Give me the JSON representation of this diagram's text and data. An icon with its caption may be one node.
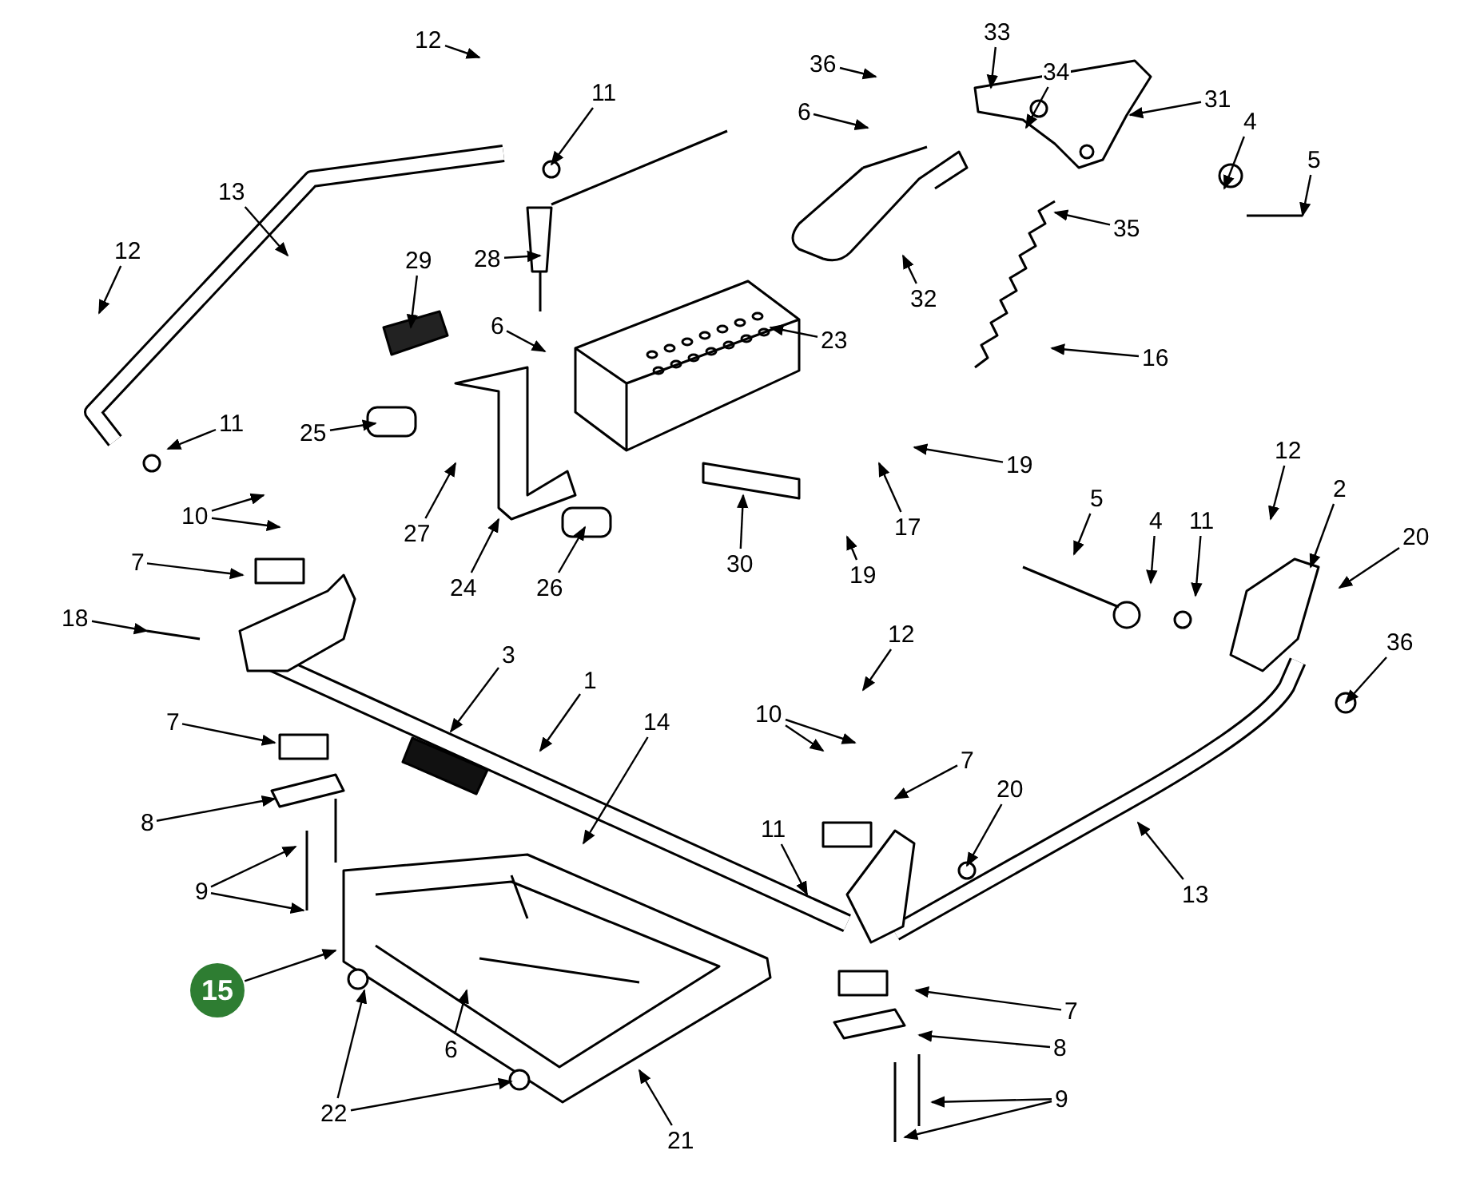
{
  "diagram": {
    "nodes": [
      {
        "text": [
          "12"
        ]
      },
      {
        "text": [
          "36"
        ]
      },
      {
        "text": [
          "33"
        ]
      },
      {
        "text": [
          "34"
        ]
      },
      {
        "text": [
          "11"
        ]
      },
      {
        "text": [
          "6"
        ]
      },
      {
        "text": [
          "31"
        ]
      },
      {
        "text": [
          "4"
        ]
      },
      {
        "text": [
          "5"
        ]
      },
      {
        "text": [
          "13"
        ]
      },
      {
        "text": [
          "12"
        ]
      },
      {
        "text": [
          "28"
        ]
      },
      {
        "text": [
          "35"
        ]
      },
      {
        "text": [
          "32"
        ]
      },
      {
        "text": [
          "29"
        ]
      },
      {
        "text": [
          "6"
        ]
      },
      {
        "text": [
          "23"
        ]
      },
      {
        "text": [
          "16"
        ]
      },
      {
        "text": [
          "11"
        ]
      },
      {
        "text": [
          "25"
        ]
      },
      {
        "text": [
          "19"
        ]
      },
      {
        "text": [
          "12"
        ]
      },
      {
        "text": [
          "5"
        ]
      },
      {
        "text": [
          "4"
        ]
      },
      {
        "text": [
          "11"
        ]
      },
      {
        "text": [
          "2"
        ]
      },
      {
        "text": [
          "20"
        ]
      },
      {
        "text": [
          "10"
        ]
      },
      {
        "text": [
          "27"
        ]
      },
      {
        "text": [
          "24"
        ]
      },
      {
        "text": [
          "26"
        ]
      },
      {
        "text": [
          "30"
        ]
      },
      {
        "text": [
          "17"
        ]
      },
      {
        "text": [
          "19"
        ]
      },
      {
        "text": [
          "7"
        ]
      },
      {
        "text": [
          "18"
        ]
      },
      {
        "text": [
          "3"
        ]
      },
      {
        "text": [
          "1"
        ]
      },
      {
        "text": [
          "12"
        ]
      },
      {
        "text": [
          "36"
        ]
      },
      {
        "text": [
          "10"
        ]
      },
      {
        "text": [
          "14"
        ]
      },
      {
        "text": [
          "7"
        ]
      },
      {
        "text": [
          "7"
        ]
      },
      {
        "text": [
          "20"
        ]
      },
      {
        "text": [
          "8"
        ]
      },
      {
        "text": [
          "11"
        ]
      },
      {
        "text": [
          "13"
        ]
      },
      {
        "text": [
          "9"
        ]
      },
      {
        "text": [
          "15"
        ]
      },
      {
        "text": [
          "6"
        ]
      },
      {
        "text": [
          "7"
        ]
      },
      {
        "text": [
          "8"
        ]
      },
      {
        "text": [
          "9"
        ]
      },
      {
        "text": [
          "22"
        ]
      },
      {
        "text": [
          "21"
        ]
      }
    ],
    "edges": [
      {
        "from": 0,
        "to": null,
        "arrow": "to"
      },
      {
        "from": 1,
        "to": null,
        "arrow": "to"
      },
      {
        "from": 2,
        "to": null,
        "arrow": "to"
      },
      {
        "from": 3,
        "to": null,
        "arrow": "to"
      },
      {
        "from": 4,
        "to": null,
        "arrow": "to"
      },
      {
        "from": 5,
        "to": null,
        "arrow": "to"
      },
      {
        "from": 6,
        "to": null,
        "arrow": "to"
      },
      {
        "from": 7,
        "to": null,
        "arrow": "to"
      },
      {
        "from": 8,
        "to": null,
        "arrow": "to"
      },
      {
        "from": 9,
        "to": null,
        "arrow": "to"
      },
      {
        "from": 10,
        "to": null,
        "arrow": "to"
      },
      {
        "from": 11,
        "to": null,
        "arrow": "to"
      },
      {
        "from": 12,
        "to": null,
        "arrow": "to"
      },
      {
        "from": 13,
        "to": null,
        "arrow": "to"
      },
      {
        "from": 14,
        "to": null,
        "arrow": "to"
      },
      {
        "from": 15,
        "to": null,
        "arrow": "to"
      },
      {
        "from": 16,
        "to": null,
        "arrow": "to"
      },
      {
        "from": 17,
        "to": null,
        "arrow": "to"
      },
      {
        "from": 18,
        "to": null,
        "arrow": "to"
      },
      {
        "from": 19,
        "to": null,
        "arrow": "to"
      },
      {
        "from": 20,
        "to": null,
        "arrow": "to"
      },
      {
        "from": 21,
        "to": null,
        "arrow": "to"
      },
      {
        "from": 22,
        "to": null,
        "arrow": "to"
      },
      {
        "from": 23,
        "to": null,
        "arrow": "to"
      },
      {
        "from": 24,
        "to": null,
        "arrow": "to"
      },
      {
        "from": 25,
        "to": null,
        "arrow": "to"
      },
      {
        "from": 26,
        "to": null,
        "arrow": "to"
      },
      {
        "from": 27,
        "to": null,
        "arrow": "to"
      },
      {
        "from": 27,
        "to": null,
        "arrow": "to"
      },
      {
        "from": 28,
        "to": null,
        "arrow": "to"
      },
      {
        "from": 29,
        "to": null,
        "arrow": "to"
      },
      {
        "from": 30,
        "to": null,
        "arrow": "to"
      },
      {
        "from": 31,
        "to": null,
        "arrow": "to"
      },
      {
        "from": 32,
        "to": null,
        "arrow": "to"
      },
      {
        "from": 33,
        "to": null,
        "arrow": "to"
      },
      {
        "from": 34,
        "to": null,
        "arrow": "to"
      },
      {
        "from": 35,
        "to": null,
        "arrow": "to"
      },
      {
        "from": 36,
        "to": null,
        "arrow": "to"
      },
      {
        "from": 37,
        "to": null,
        "arrow": "to"
      },
      {
        "from": 38,
        "to": null,
        "arrow": "to"
      },
      {
        "from": 39,
        "to": null,
        "arrow": "to"
      },
      {
        "from": 40,
        "to": null,
        "arrow": "to"
      },
      {
        "from": 40,
        "to": null,
        "arrow": "to"
      },
      {
        "from": 41,
        "to": null,
        "arrow": "to"
      },
      {
        "from": 42,
        "to": null,
        "arrow": "to"
      },
      {
        "from": 43,
        "to": null,
        "arrow": "to"
      },
      {
        "from": 44,
        "to": null,
        "arrow": "to"
      },
      {
        "from": 45,
        "to": null,
        "arrow": "to"
      },
      {
        "from": 46,
        "to": null,
        "arrow": "to"
      },
      {
        "from": 47,
        "to": null,
        "arrow": "to"
      },
      {
        "from": 48,
        "to": null,
        "arrow": "to"
      },
      {
        "from": 48,
        "to": null,
        "arrow": "to"
      },
      {
        "from": 49,
        "to": null,
        "arrow": "to"
      },
      {
        "from": 50,
        "to": null,
        "arrow": "to"
      },
      {
        "from": 51,
        "to": null,
        "arrow": "to"
      },
      {
        "from": 52,
        "to": null,
        "arrow": "to"
      },
      {
        "from": 53,
        "to": null,
        "arrow": "to"
      },
      {
        "from": 53,
        "to": null,
        "arrow": "to"
      },
      {
        "from": 54,
        "to": null,
        "arrow": "to"
      },
      {
        "from": 54,
        "to": null,
        "arrow": "to"
      },
      {
        "from": 55,
        "to": null,
        "arrow": "to"
      }
    ]
  }
}
